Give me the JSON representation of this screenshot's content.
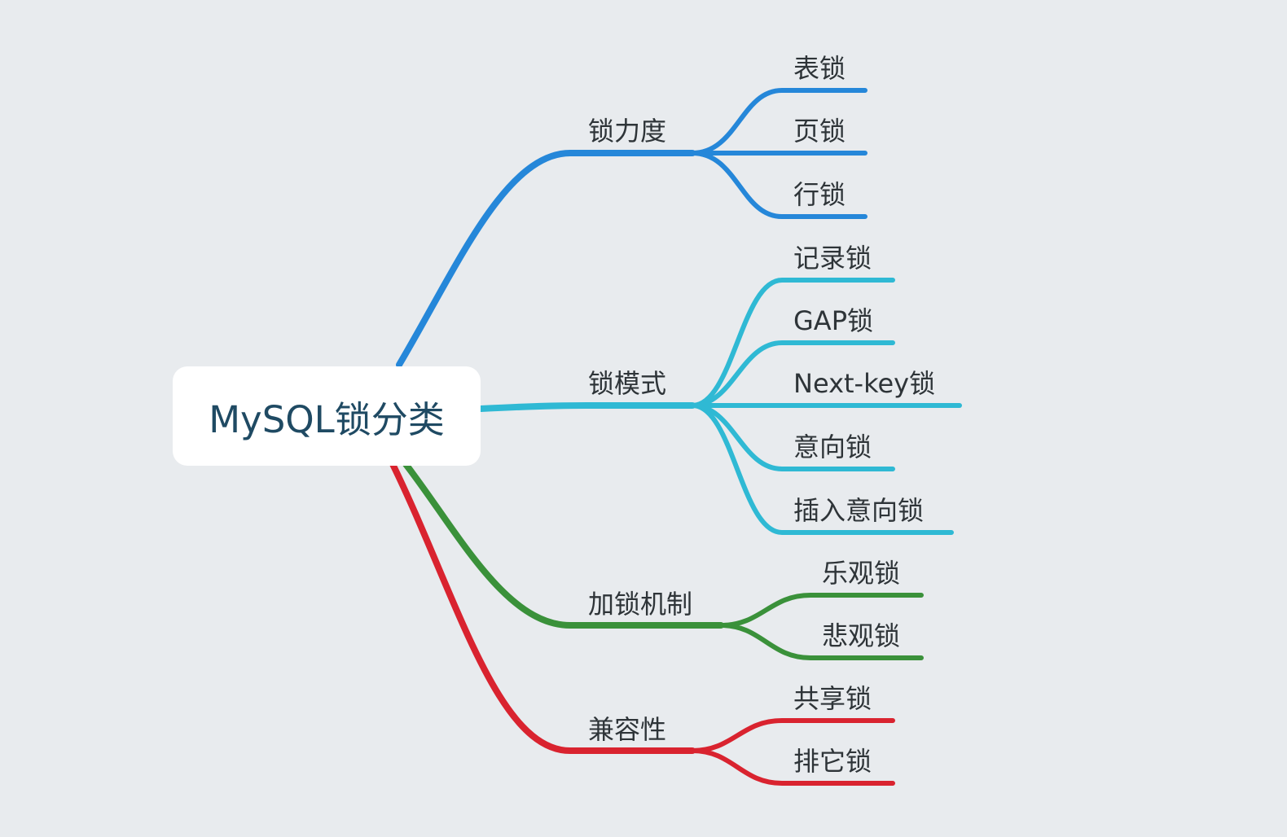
{
  "root": {
    "label": "MySQL锁分类"
  },
  "colors": {
    "background": "#e8ebee",
    "branch_blue": "#2587d9",
    "branch_cyan": "#2fb9d4",
    "branch_green": "#3a913a",
    "branch_red": "#d9232f",
    "text": "#2e3438",
    "root_text": "#1f4a63"
  },
  "branches": [
    {
      "label": "锁力度",
      "color": "#2587d9",
      "children": [
        "表锁",
        "页锁",
        "行锁"
      ]
    },
    {
      "label": "锁模式",
      "color": "#2fb9d4",
      "children": [
        "记录锁",
        "GAP锁",
        "Next-key锁",
        "意向锁",
        "插入意向锁"
      ]
    },
    {
      "label": "加锁机制",
      "color": "#3a913a",
      "children": [
        "乐观锁",
        "悲观锁"
      ]
    },
    {
      "label": "兼容性",
      "color": "#d9232f",
      "children": [
        "共享锁",
        "排它锁"
      ]
    }
  ]
}
